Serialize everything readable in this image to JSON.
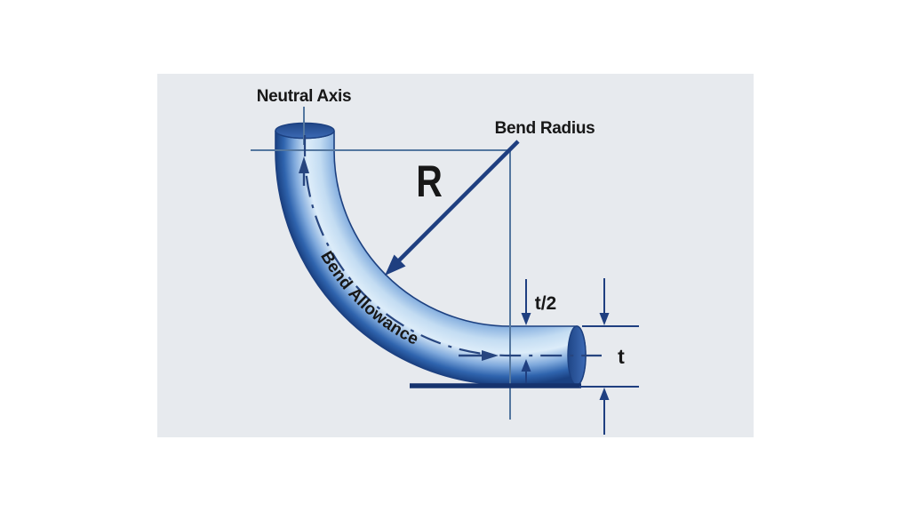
{
  "diagram": {
    "type": "engineering-diagram",
    "subject": "Tube bend allowance and bend radius diagram",
    "labels": {
      "neutral_axis": "Neutral Axis",
      "bend_radius": "Bend Radius",
      "radius_symbol": "R",
      "bend_allowance": "Bend Allowance",
      "half_thickness": "t/2",
      "thickness": "t"
    }
  },
  "colors": {
    "page_bg": "#ffffff",
    "panel_bg": "#e7eaee",
    "label_color": "#171717",
    "dimension_navy": "#1f3f80",
    "construction_blue": "#54779f",
    "centerline_navy": "#27457f",
    "baseline_navy": "#16336e",
    "tube_outline": "#1c4080",
    "tube_inner_rim": "#3f70b5",
    "tube_inner_light": "#8fb6e2",
    "tube_center_soft": "#c3dcf2",
    "tube_center_light": "#dcecf9",
    "tube_outer_mid": "#7fa9dc",
    "tube_outer_dark": "#2f64ae",
    "tube_outer_edge": "#1a4182",
    "cap_dark": "#1f4586",
    "cap_light": "#3e6db8"
  }
}
